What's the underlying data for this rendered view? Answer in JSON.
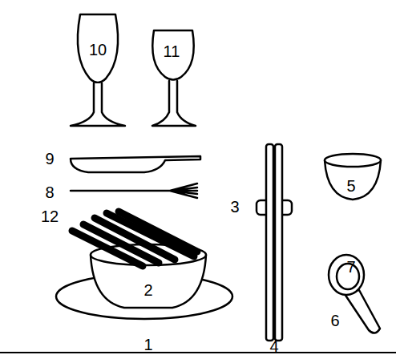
{
  "diagram": {
    "labels": [
      "10",
      "11",
      "9",
      "8",
      "12",
      "2",
      "3",
      "5",
      "7",
      "1",
      "4",
      "6"
    ]
  }
}
